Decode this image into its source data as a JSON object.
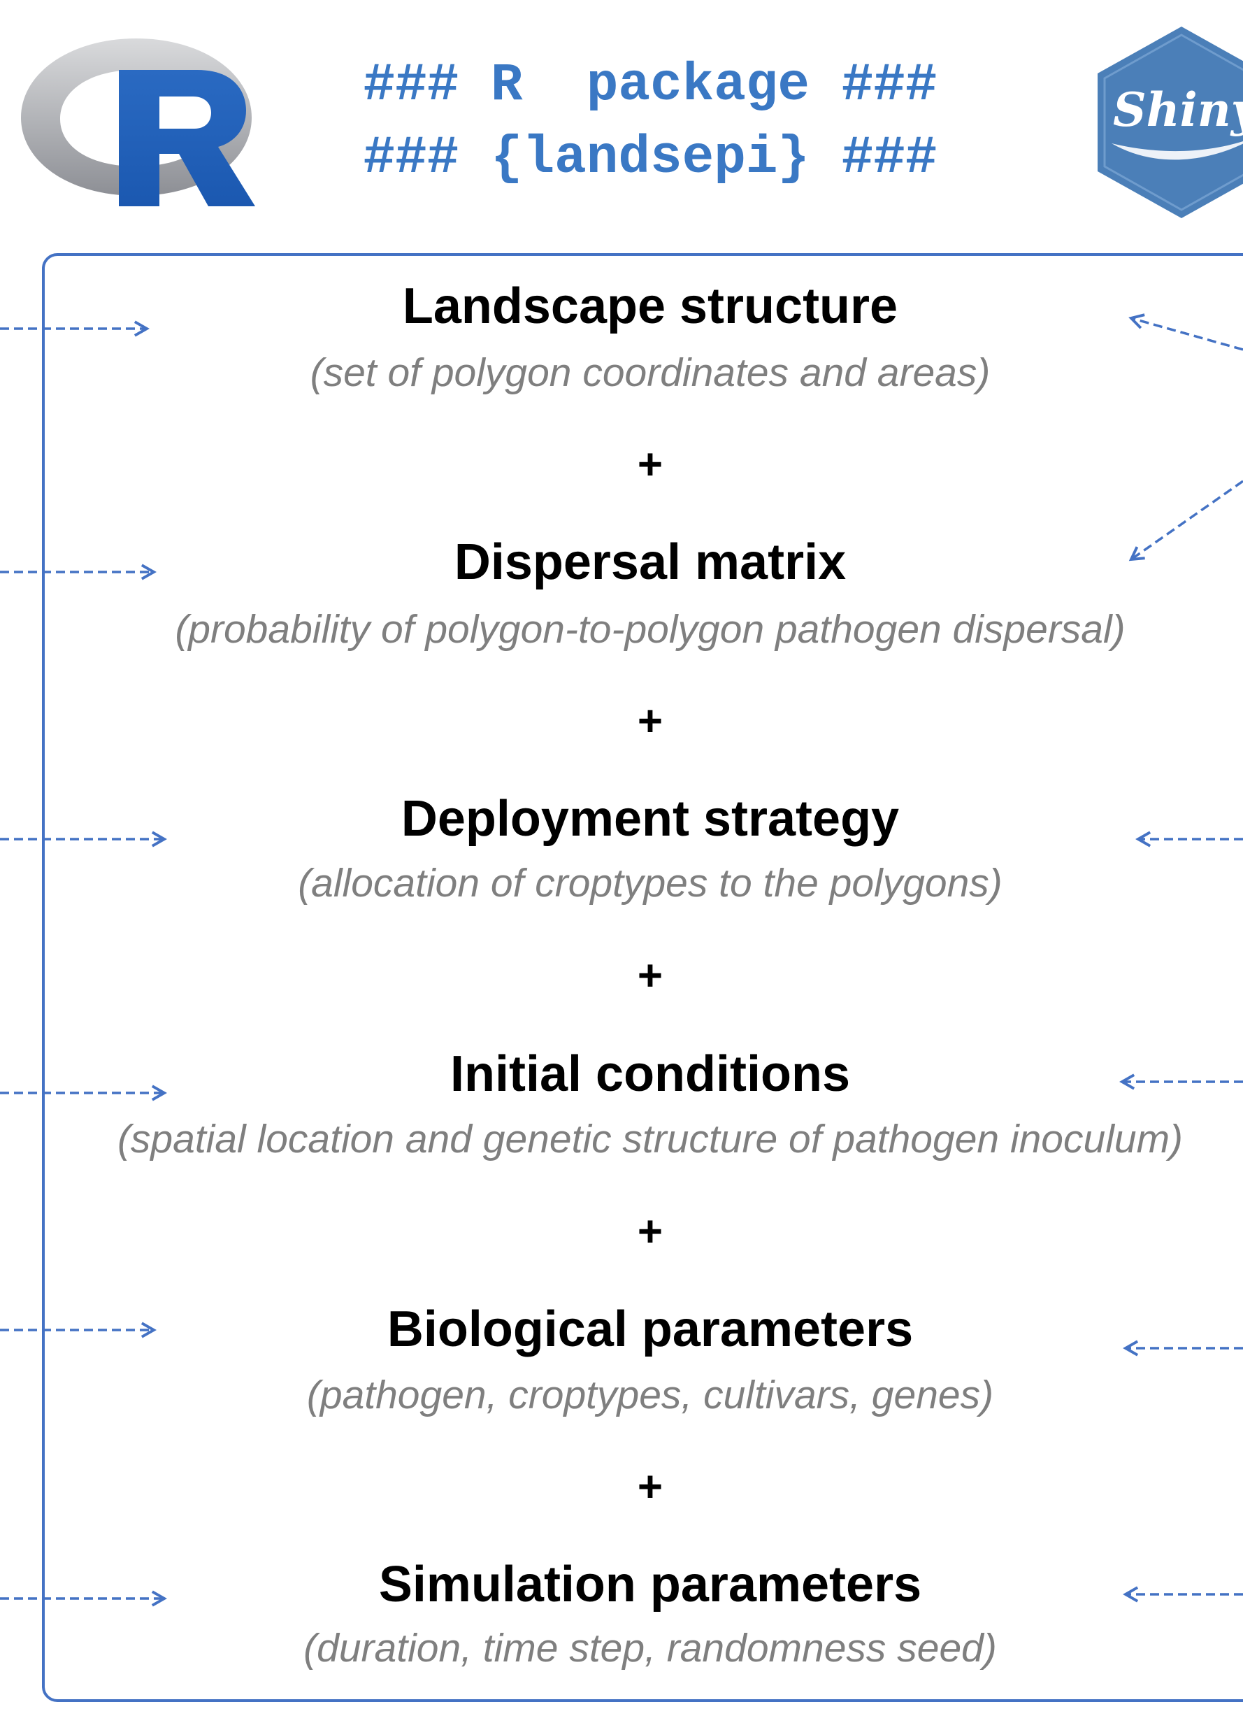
{
  "header": {
    "line1": "### R  package ###",
    "line2": "### {landsepi} ###",
    "shiny_logo_text": "Shiny"
  },
  "sections": [
    {
      "title": "Landscape structure",
      "description": "(set of polygon coordinates and areas)"
    },
    {
      "title": "Dispersal matrix",
      "description": "(probability of polygon-to-polygon pathogen dispersal)"
    },
    {
      "title": "Deployment strategy",
      "description": "(allocation of croptypes to the polygons)"
    },
    {
      "title": "Initial conditions",
      "description": "(spatial location and genetic structure of pathogen inoculum)"
    },
    {
      "title": "Biological parameters",
      "description": "(pathogen, croptypes, cultivars, genes)"
    },
    {
      "title": "Simulation parameters",
      "description": "(duration, time step, randomness seed)"
    }
  ],
  "separator": "+",
  "colors": {
    "accent_blue": "#4472c4",
    "title_blue": "#3a78c4",
    "description_gray": "#7f7f7f",
    "shiny_blue": "#4b7fb8"
  }
}
